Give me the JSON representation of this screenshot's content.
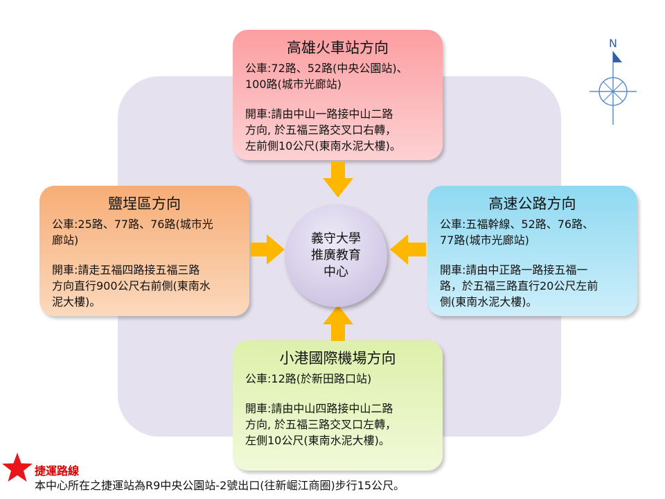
{
  "center": {
    "lines": [
      "義守大學",
      "推廣教育",
      "中心"
    ]
  },
  "north": {
    "title": "高雄火車站方向",
    "bus": [
      "公車:72路、52路(中央公園站)、",
      "100路(城市光廊站)"
    ],
    "car": [
      "開車:請由中山一路接中山二路",
      "方向, 於五福三路交叉口右轉，",
      "左前側10公尺(東南水泥大樓)。"
    ]
  },
  "west": {
    "title": "鹽埕區方向",
    "bus": [
      "公車:25路、77路、76路(城市光",
      "廊站)"
    ],
    "car": [
      "開車:請走五福四路接五福三路",
      "方向直行900公尺右前側(東南水",
      "泥大樓)。"
    ]
  },
  "east": {
    "title": "高速公路方向",
    "bus": [
      "公車:五福幹線、52路、76路、",
      "77路(城市光廊站)"
    ],
    "car": [
      "開車:請由中正路一路接五福一",
      "路，於五福三路直行20公尺左前",
      "側(東南水泥大樓)。"
    ]
  },
  "south": {
    "title": "小港國際機場方向",
    "bus": [
      "公車:12路(於新田路口站)"
    ],
    "car": [
      "開車:請由中山四路接中山二路",
      "方向, 於五福三路交叉口左轉，",
      "左側10公尺(東南水泥大樓)。"
    ]
  },
  "mrt": {
    "title": "捷運路線",
    "text": "本中心所在之捷運站為R9中央公園站-2號出口(往新崛江商圈)步行15公尺。"
  },
  "compass": {
    "label": "N"
  },
  "colors": {
    "north": "#fc9ea1",
    "west": "#f7ad76",
    "east": "#8fd9f1",
    "south": "#ddf0ab",
    "arrow": "#fdb700",
    "star": "#e8161b",
    "accent": "#d80000"
  }
}
